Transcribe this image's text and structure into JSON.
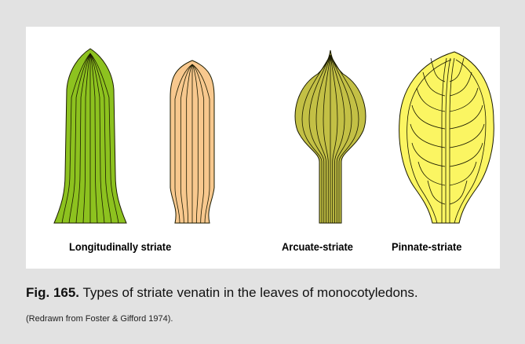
{
  "figure": {
    "labels": {
      "longitudinal": "Longitudinally striate",
      "arcuate": "Arcuate-striate",
      "pinnate": "Pinnate-striate"
    },
    "leaf_colors": {
      "longitudinal_green": "#8dc21f",
      "longitudinal_peach": "#f8c88e",
      "arcuate": "#c3c045",
      "pinnate": "#fbf562",
      "vein_stroke": "#1a1a00"
    }
  },
  "caption": {
    "prefix": "Fig. 165.",
    "text": " Types of striate venatin in the leaves of monocotyledons.",
    "source": "(Redrawn from Foster & Gifford 1974)."
  }
}
